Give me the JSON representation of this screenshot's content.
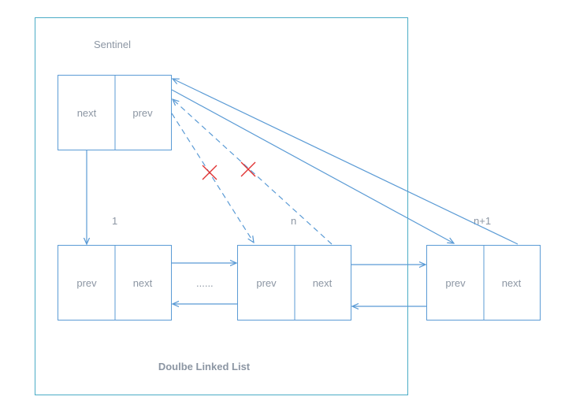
{
  "sentinel": {
    "title": "Sentinel",
    "cell_left": "next",
    "cell_right": "prev"
  },
  "node1": {
    "index": "1",
    "cell_left": "prev",
    "cell_right": "next"
  },
  "ellipsis": "......",
  "noden": {
    "index": "n",
    "cell_left": "prev",
    "cell_right": "next"
  },
  "noden1": {
    "index": "n+1",
    "cell_left": "prev",
    "cell_right": "next"
  },
  "caption": "Doulbe Linked List",
  "colors": {
    "line": "#5b9bd5",
    "box": "#5b9bd5",
    "text": "#8c96a3",
    "cross": "#e03030"
  }
}
